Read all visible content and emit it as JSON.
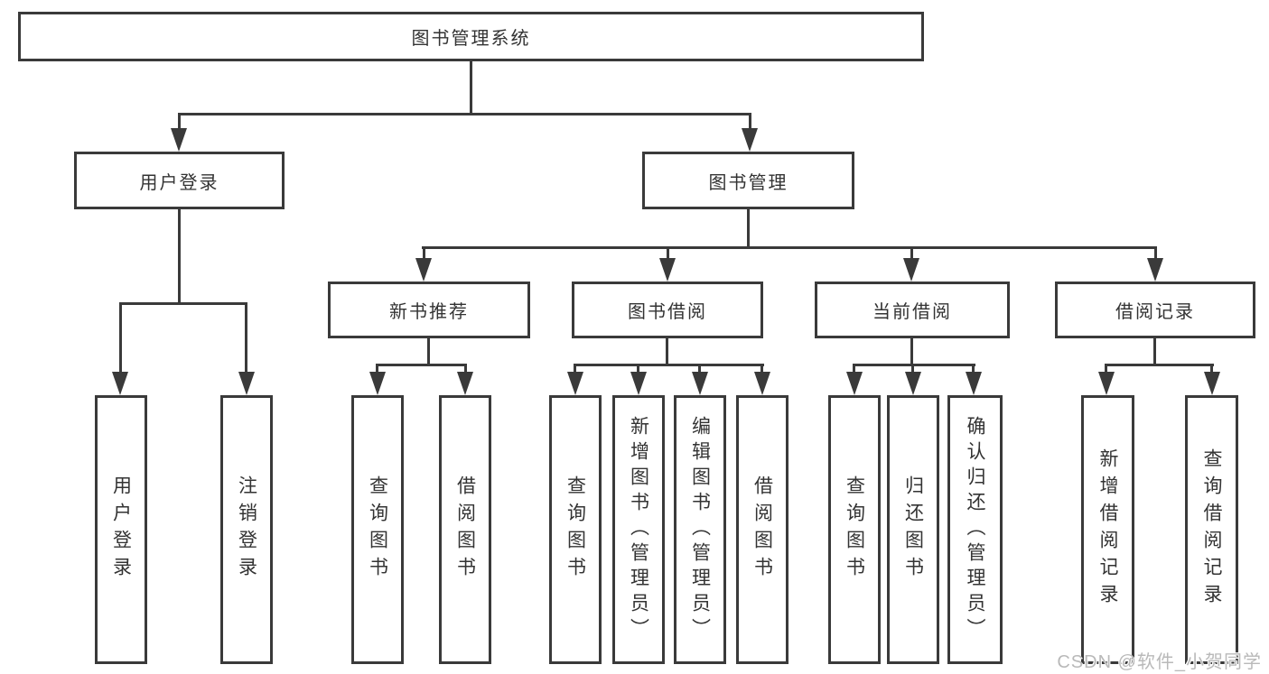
{
  "diagram_type": "hierarchy-flowchart",
  "tree": {
    "label": "图书管理系统",
    "children": [
      {
        "label": "用户登录",
        "children": [
          {
            "label": "用户登录"
          },
          {
            "label": "注销登录"
          }
        ]
      },
      {
        "label": "图书管理",
        "children": [
          {
            "label": "新书推荐",
            "children": [
              {
                "label": "查询图书"
              },
              {
                "label": "借阅图书"
              }
            ]
          },
          {
            "label": "图书借阅",
            "children": [
              {
                "label": "查询图书"
              },
              {
                "label": "新增图书（管理员）"
              },
              {
                "label": "编辑图书（管理员）"
              },
              {
                "label": "借阅图书"
              }
            ]
          },
          {
            "label": "当前借阅",
            "children": [
              {
                "label": "查询图书"
              },
              {
                "label": "归还图书"
              },
              {
                "label": "确认归还（管理员）"
              }
            ]
          },
          {
            "label": "借阅记录",
            "children": [
              {
                "label": "新增借阅记录"
              },
              {
                "label": "查询借阅记录"
              }
            ]
          }
        ]
      }
    ]
  },
  "watermark": "CSDN @软件_小贺同学",
  "colors": {
    "line": "#3a3a3a",
    "box_border": "#3a3a3a",
    "text": "#333333",
    "background": "#ffffff",
    "watermark": "#b9b9b9"
  }
}
